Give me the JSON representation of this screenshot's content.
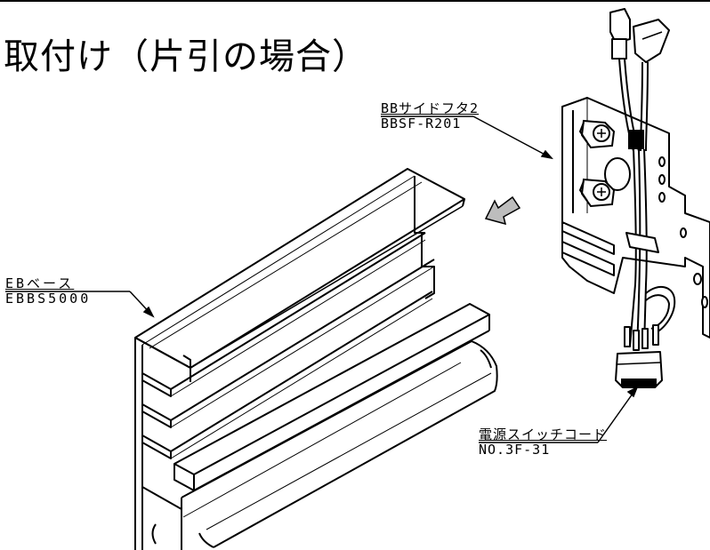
{
  "title": "取付け（片引の場合）",
  "labels": {
    "side_cover": {
      "name": "BBサイドフタ2",
      "part_no": "BBSF-R201"
    },
    "base": {
      "name": "EBベース",
      "part_no": "EBBS5000"
    },
    "switch_cord": {
      "name": "電源スイッチコード",
      "part_no": "NO.3F-31"
    }
  },
  "colors": {
    "line": "#000000",
    "background": "#ffffff",
    "arrow": "#bdbdbd"
  }
}
